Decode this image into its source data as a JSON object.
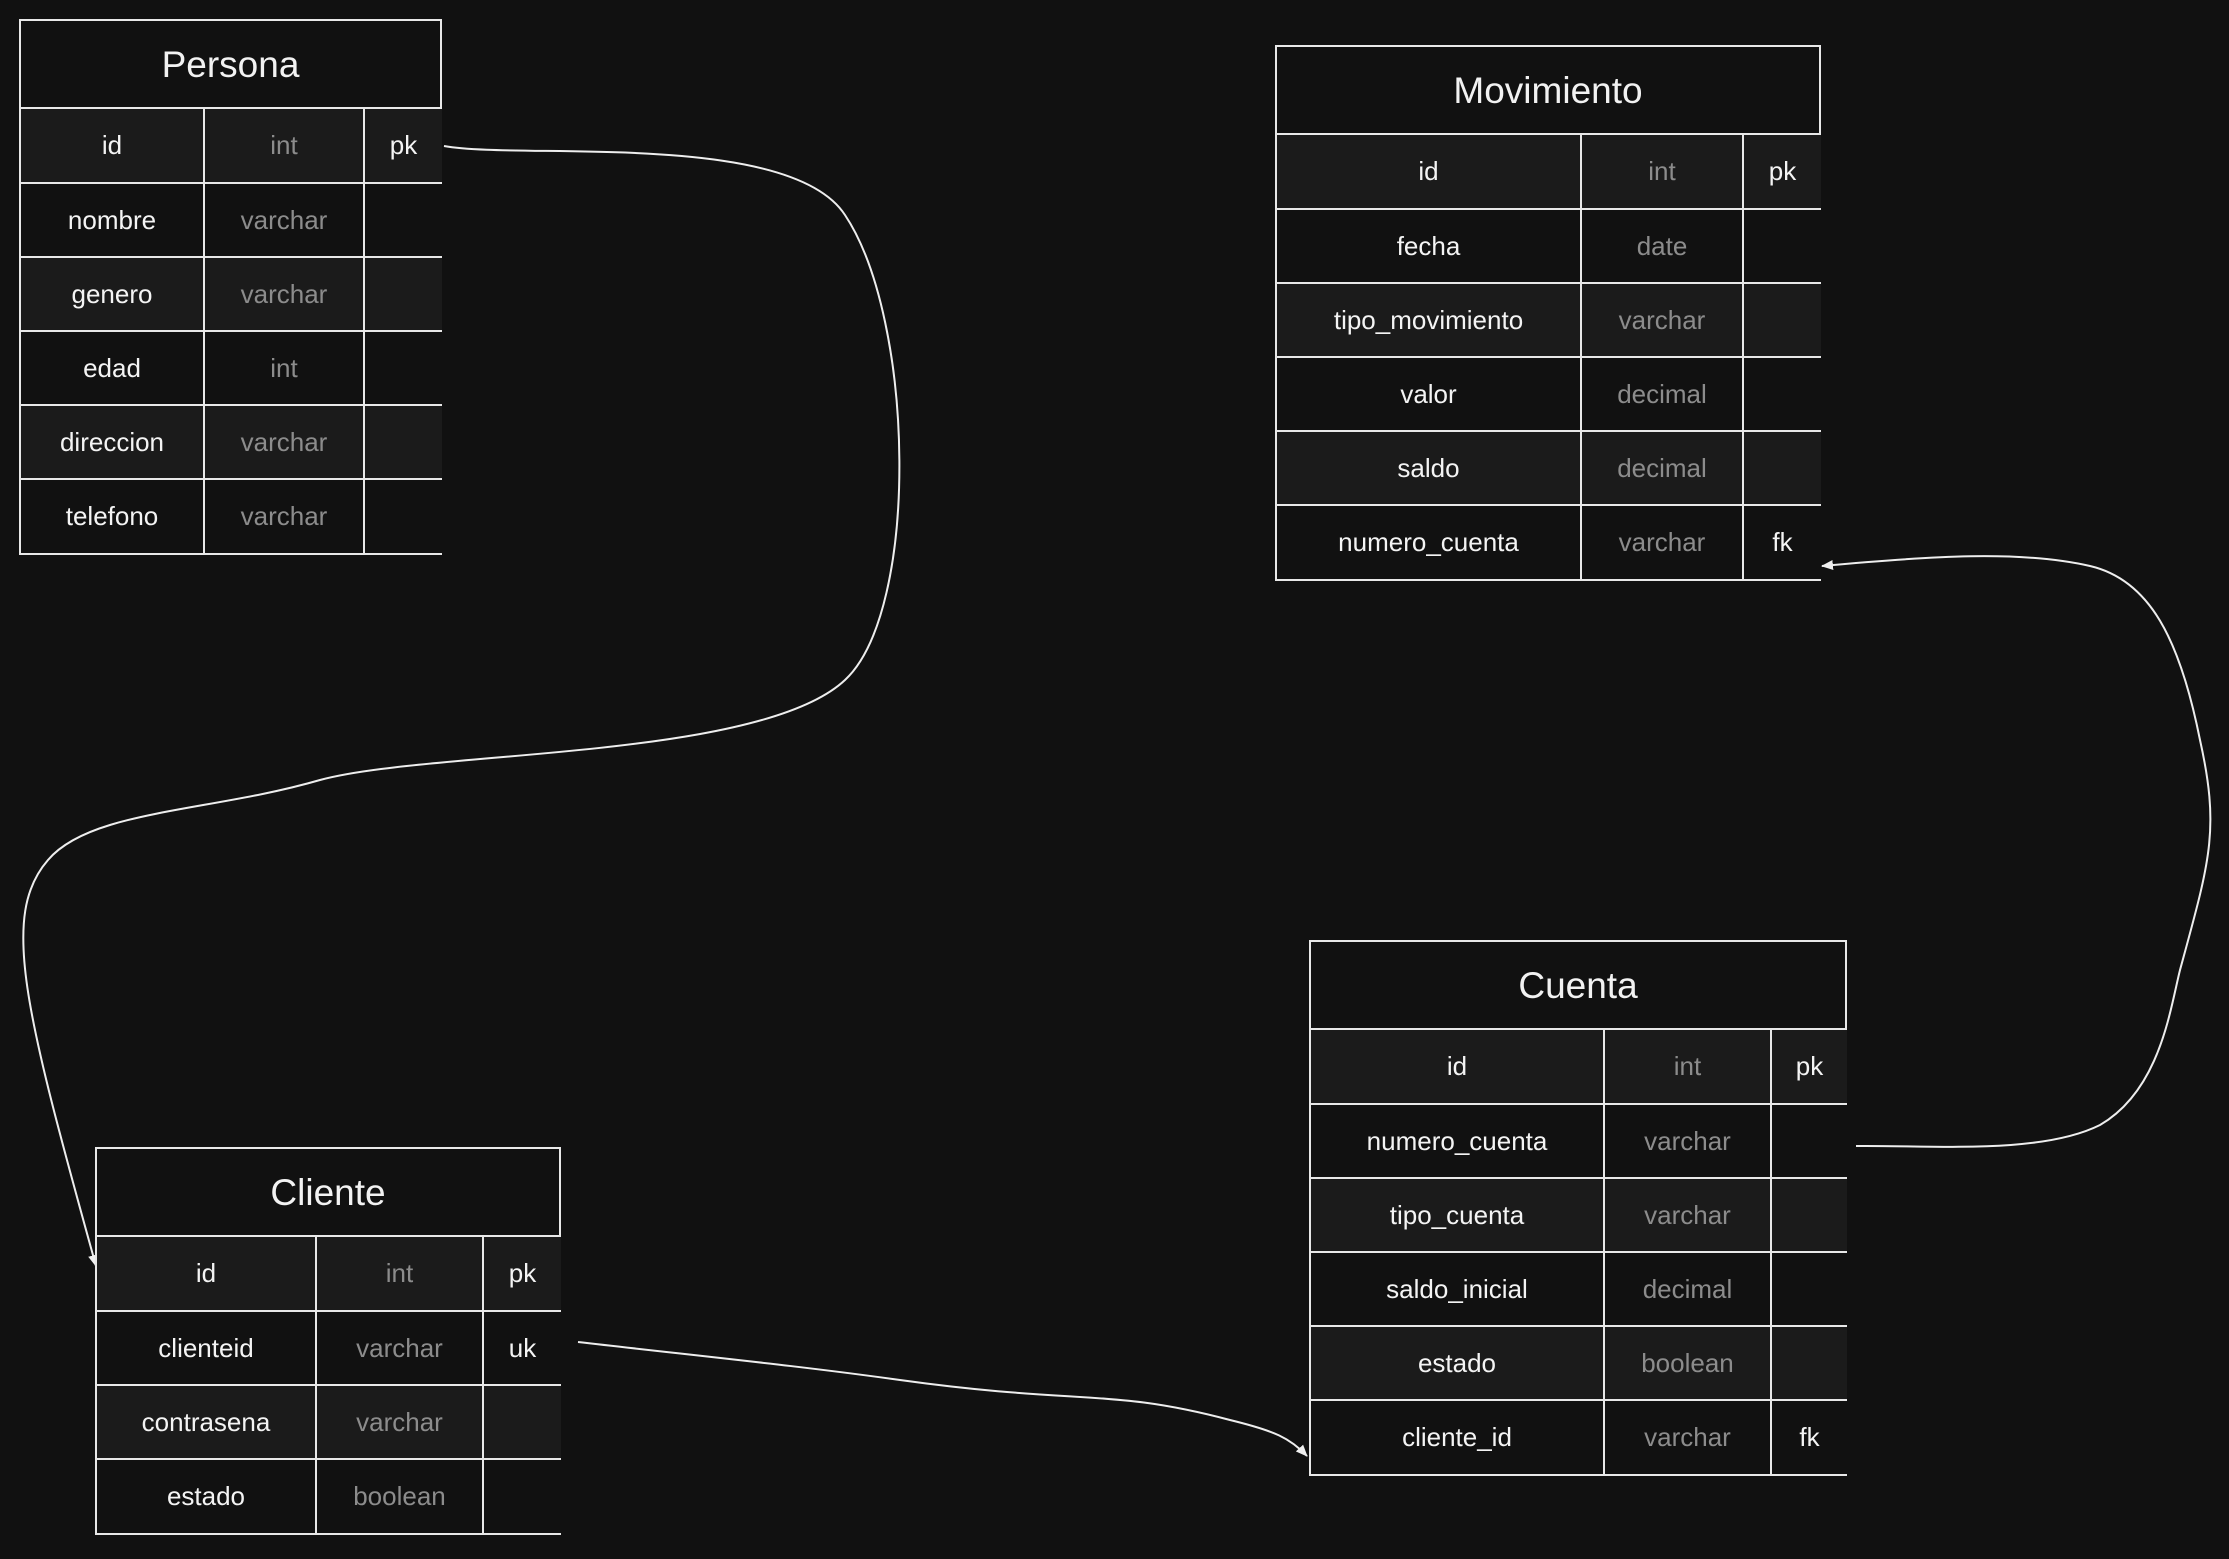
{
  "diagram": {
    "entities": [
      {
        "id": "persona",
        "name": "Persona",
        "attributes": [
          {
            "name": "id",
            "type": "int",
            "key": "pk"
          },
          {
            "name": "nombre",
            "type": "varchar",
            "key": ""
          },
          {
            "name": "genero",
            "type": "varchar",
            "key": ""
          },
          {
            "name": "edad",
            "type": "int",
            "key": ""
          },
          {
            "name": "direccion",
            "type": "varchar",
            "key": ""
          },
          {
            "name": "telefono",
            "type": "varchar",
            "key": ""
          }
        ]
      },
      {
        "id": "movimiento",
        "name": "Movimiento",
        "attributes": [
          {
            "name": "id",
            "type": "int",
            "key": "pk"
          },
          {
            "name": "fecha",
            "type": "date",
            "key": ""
          },
          {
            "name": "tipo_movimiento",
            "type": "varchar",
            "key": ""
          },
          {
            "name": "valor",
            "type": "decimal",
            "key": ""
          },
          {
            "name": "saldo",
            "type": "decimal",
            "key": ""
          },
          {
            "name": "numero_cuenta",
            "type": "varchar",
            "key": "fk"
          }
        ]
      },
      {
        "id": "cliente",
        "name": "Cliente",
        "attributes": [
          {
            "name": "id",
            "type": "int",
            "key": "pk"
          },
          {
            "name": "clienteid",
            "type": "varchar",
            "key": "uk"
          },
          {
            "name": "contrasena",
            "type": "varchar",
            "key": ""
          },
          {
            "name": "estado",
            "type": "boolean",
            "key": ""
          }
        ]
      },
      {
        "id": "cuenta",
        "name": "Cuenta",
        "attributes": [
          {
            "name": "id",
            "type": "int",
            "key": "pk"
          },
          {
            "name": "numero_cuenta",
            "type": "varchar",
            "key": ""
          },
          {
            "name": "tipo_cuenta",
            "type": "varchar",
            "key": ""
          },
          {
            "name": "saldo_inicial",
            "type": "decimal",
            "key": ""
          },
          {
            "name": "estado",
            "type": "boolean",
            "key": ""
          },
          {
            "name": "cliente_id",
            "type": "varchar",
            "key": "fk"
          }
        ]
      }
    ],
    "relationships": [
      {
        "from": "Persona.id",
        "to": "Cliente.id"
      },
      {
        "from": "Cliente.clienteid",
        "to": "Cuenta.cliente_id"
      },
      {
        "from": "Cuenta.numero_cuenta",
        "to": "Movimiento.numero_cuenta"
      }
    ]
  },
  "colors": {
    "background": "#111111",
    "border": "#e8e8e8",
    "text": "#f4f4f4",
    "type_text": "#8c8c8c",
    "row_alt": "#1b1b1b"
  }
}
